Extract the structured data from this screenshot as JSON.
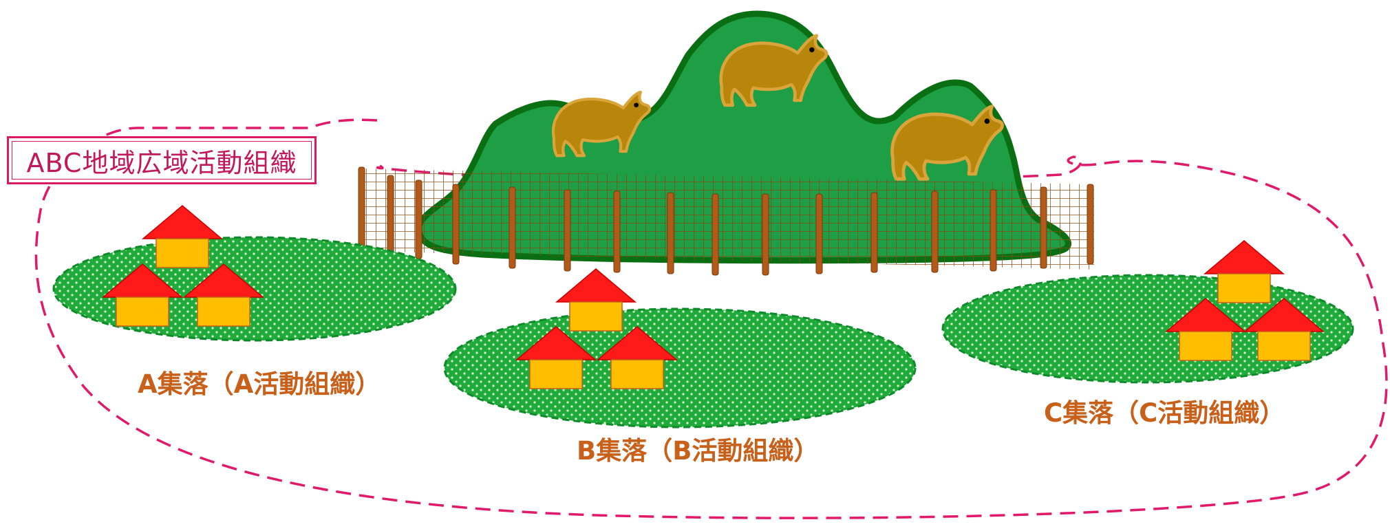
{
  "organization": {
    "label": "ABC地域広域活動組織"
  },
  "villages": [
    {
      "id": "a",
      "label": "A集落（A活動組織）"
    },
    {
      "id": "b",
      "label": "B集落（B活動組織）"
    },
    {
      "id": "c",
      "label": "C集落（C活動組織）"
    }
  ],
  "colors": {
    "boundary": "#e0196a",
    "field_fill": "#1faa3a",
    "field_dot": "#d8ffd8",
    "mountain_fill": "#1e9e45",
    "mountain_edge": "#0a6e12",
    "fence_post": "#b25a1a",
    "fence_net": "#8a4a12",
    "roof": "#ff1a1a",
    "house_wall": "#ffbf00",
    "boar": "#b8860b",
    "boar_edge": "#d9a53a",
    "label_text": "#c8601a",
    "org_text": "#c2185b"
  },
  "icons": [
    "wild-boar-icon",
    "house-icon",
    "fence-icon",
    "mountain-icon"
  ]
}
